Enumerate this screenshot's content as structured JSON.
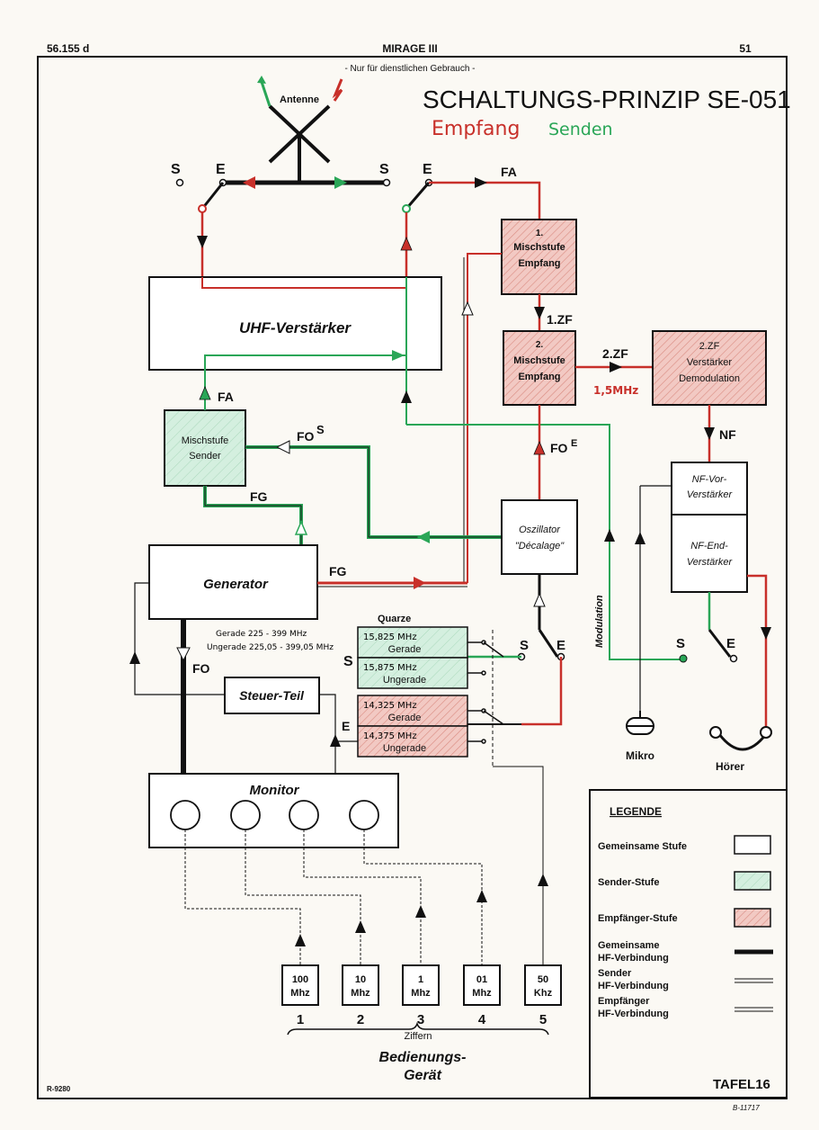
{
  "header": {
    "doc_number": "56.155 d",
    "aircraft": "MIRAGE III",
    "restriction": "- Nur für dienstlichen Gebrauch -",
    "page_number": "51",
    "title": "SCHALTUNGS-PRINZIP SE-051",
    "subtitle_receive": "Empfang",
    "subtitle_send": "Senden"
  },
  "colors": {
    "receive": "#c8302a",
    "send": "#2aa657",
    "common": "#111111",
    "receive_fill": "#f2c9c3",
    "send_fill": "#d4efdf"
  },
  "antenna": {
    "label": "Antenne"
  },
  "switches": {
    "s": "S",
    "e": "E"
  },
  "blocks": {
    "mix1": [
      "1.",
      "Mischstufe",
      "Empfang"
    ],
    "uhf": "UHF-Verstärker",
    "mix2": [
      "2.",
      "Mischstufe",
      "Empfang"
    ],
    "zf2_amp": [
      "2.ZF",
      "Verstärker",
      "Demodulation"
    ],
    "mix_sender": [
      "Mischstufe",
      "Sender"
    ],
    "oscillator": [
      "Oszillator",
      "\"Décalage\""
    ],
    "generator": "Generator",
    "steuer": "Steuer-Teil",
    "monitor": "Monitor",
    "nf_vor": [
      "NF-Vor-",
      "Verstärker"
    ],
    "nf_end": [
      "NF-End-",
      "Verstärker"
    ]
  },
  "signals": {
    "fa": "FA",
    "zf1": "1.ZF",
    "zf2": "2.ZF",
    "zf2_freq": "1,5MHz",
    "nf": "NF",
    "fo_s": "FO",
    "fo_s_sup": "S",
    "fo_e": "FO",
    "fo_e_sup": "E",
    "fg": "FG",
    "fo": "FO",
    "modulation": "Modulation"
  },
  "quartz": {
    "title": "Quarze",
    "note_even": "Gerade 225 - 399 MHz",
    "note_odd": "Ungerade 225,05 - 399,05 MHz",
    "send_even_freq": "15,825 MHz",
    "send_even_label": "Gerade",
    "send_odd_freq": "15,875 MHz",
    "send_odd_label": "Ungerade",
    "recv_even_freq": "14,325 MHz",
    "recv_even_label": "Gerade",
    "recv_odd_freq": "14,375 MHz",
    "recv_odd_label": "Ungerade"
  },
  "audio": {
    "mikro": "Mikro",
    "hoerer": "Hörer"
  },
  "control": {
    "digits": [
      {
        "value": "100",
        "unit": "Mhz",
        "index": "1"
      },
      {
        "value": "10",
        "unit": "Mhz",
        "index": "2"
      },
      {
        "value": "1",
        "unit": "Mhz",
        "index": "3"
      },
      {
        "value": "01",
        "unit": "Mhz",
        "index": "4"
      },
      {
        "value": "50",
        "unit": "Khz",
        "index": "5"
      }
    ],
    "ziffern": "Ziffern",
    "device": [
      "Bedienungs-",
      "Gerät"
    ]
  },
  "legend": {
    "title": "LEGENDE",
    "common_stage": "Gemeinsame Stufe",
    "sender_stage": "Sender-Stufe",
    "receiver_stage": "Empfänger-Stufe",
    "common_hf": [
      "Gemeinsame",
      "HF-Verbindung"
    ],
    "sender_hf": [
      "Sender",
      "HF-Verbindung"
    ],
    "receiver_hf": [
      "Empfänger",
      "HF-Verbindung"
    ]
  },
  "footer": {
    "left_code": "R-9280",
    "tafel": "TAFEL16",
    "right_code": "B-11717"
  }
}
